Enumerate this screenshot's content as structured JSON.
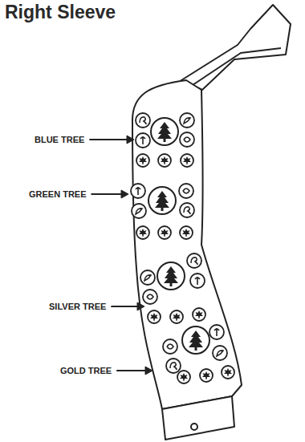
{
  "diagram": {
    "title": "Right Sleeve",
    "labels": [
      "BLUE TREE",
      "GREEN TREE",
      "SILVER TREE",
      "GOLD TREE"
    ]
  }
}
